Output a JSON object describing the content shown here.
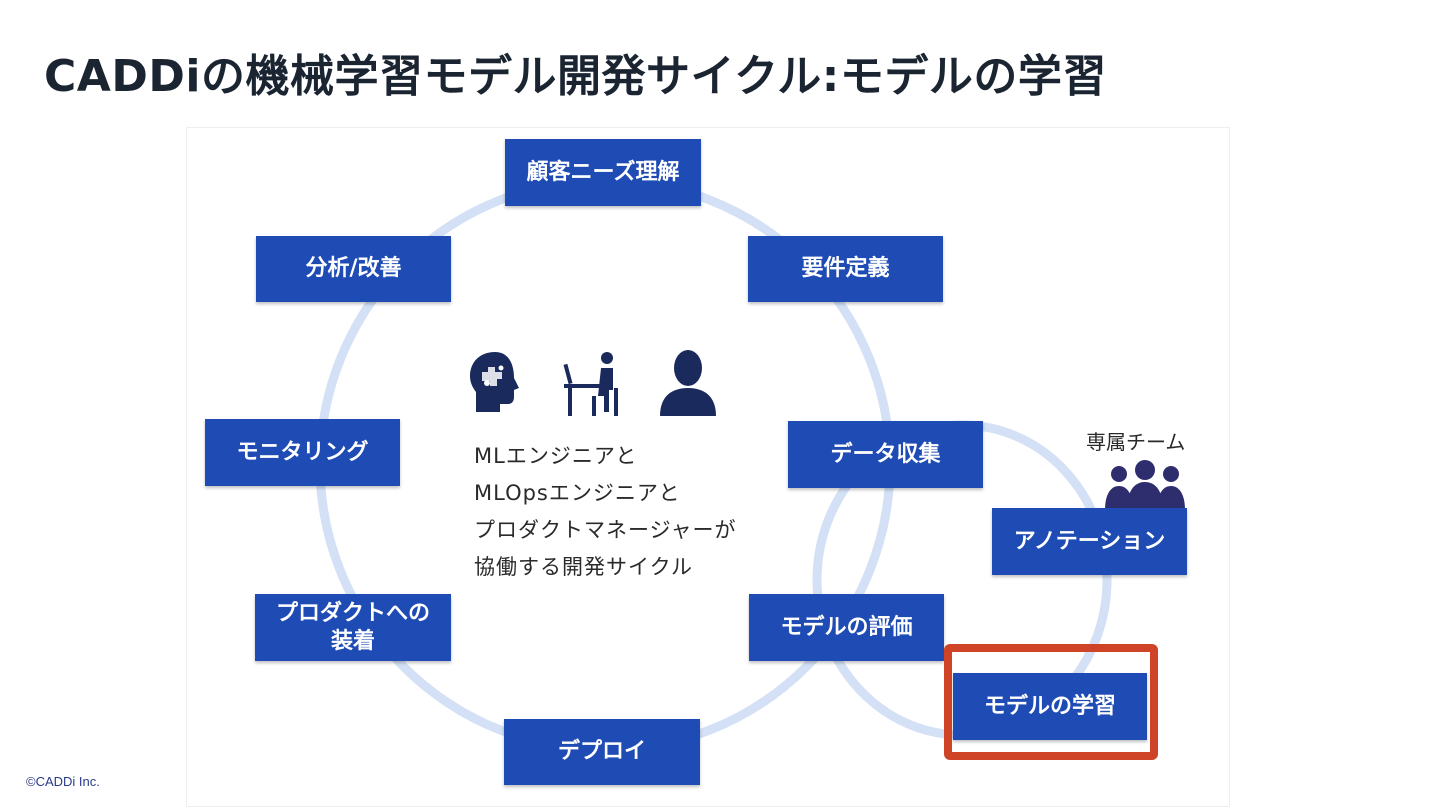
{
  "title": "CADDiの機械学習モデル開発サイクル:モデルの学習",
  "cycle_steps": {
    "customer_needs": "顧客ニーズ理解",
    "requirements": "要件定義",
    "data_collection": "データ収集",
    "evaluation": "モデルの評価",
    "deploy": "デプロイ",
    "product_integration": "プロダクトへの\n装着",
    "monitoring": "モニタリング",
    "analysis": "分析/改善"
  },
  "sub_cycle": {
    "annotation": "アノテーション",
    "training": "モデルの学習",
    "team_label": "専属チーム"
  },
  "highlighted_step": "モデルの学習",
  "center_text": [
    "MLエンジニアと",
    "MLOpsエンジニアと",
    "プロダクトマネージャーが",
    "協働する開発サイクル"
  ],
  "copyright": "©CADDi Inc.",
  "colors": {
    "box_fill": "#1f4bb4",
    "ring": "#d3e0f5",
    "highlight": "#cf4426",
    "title": "#1b2532",
    "icon": "#1a2a5c"
  }
}
